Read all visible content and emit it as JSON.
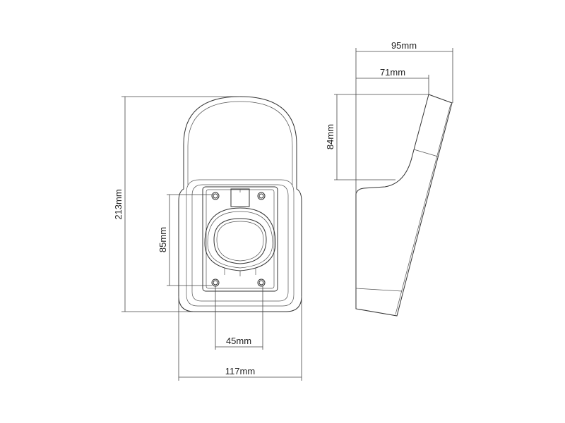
{
  "front_view": {
    "height_label": "213mm",
    "socket_height_label": "85mm",
    "socket_width_label": "45mm",
    "width_label": "117mm"
  },
  "side_view": {
    "depth_label": "95mm",
    "top_depth_label": "71mm",
    "top_height_label": "84mm"
  }
}
